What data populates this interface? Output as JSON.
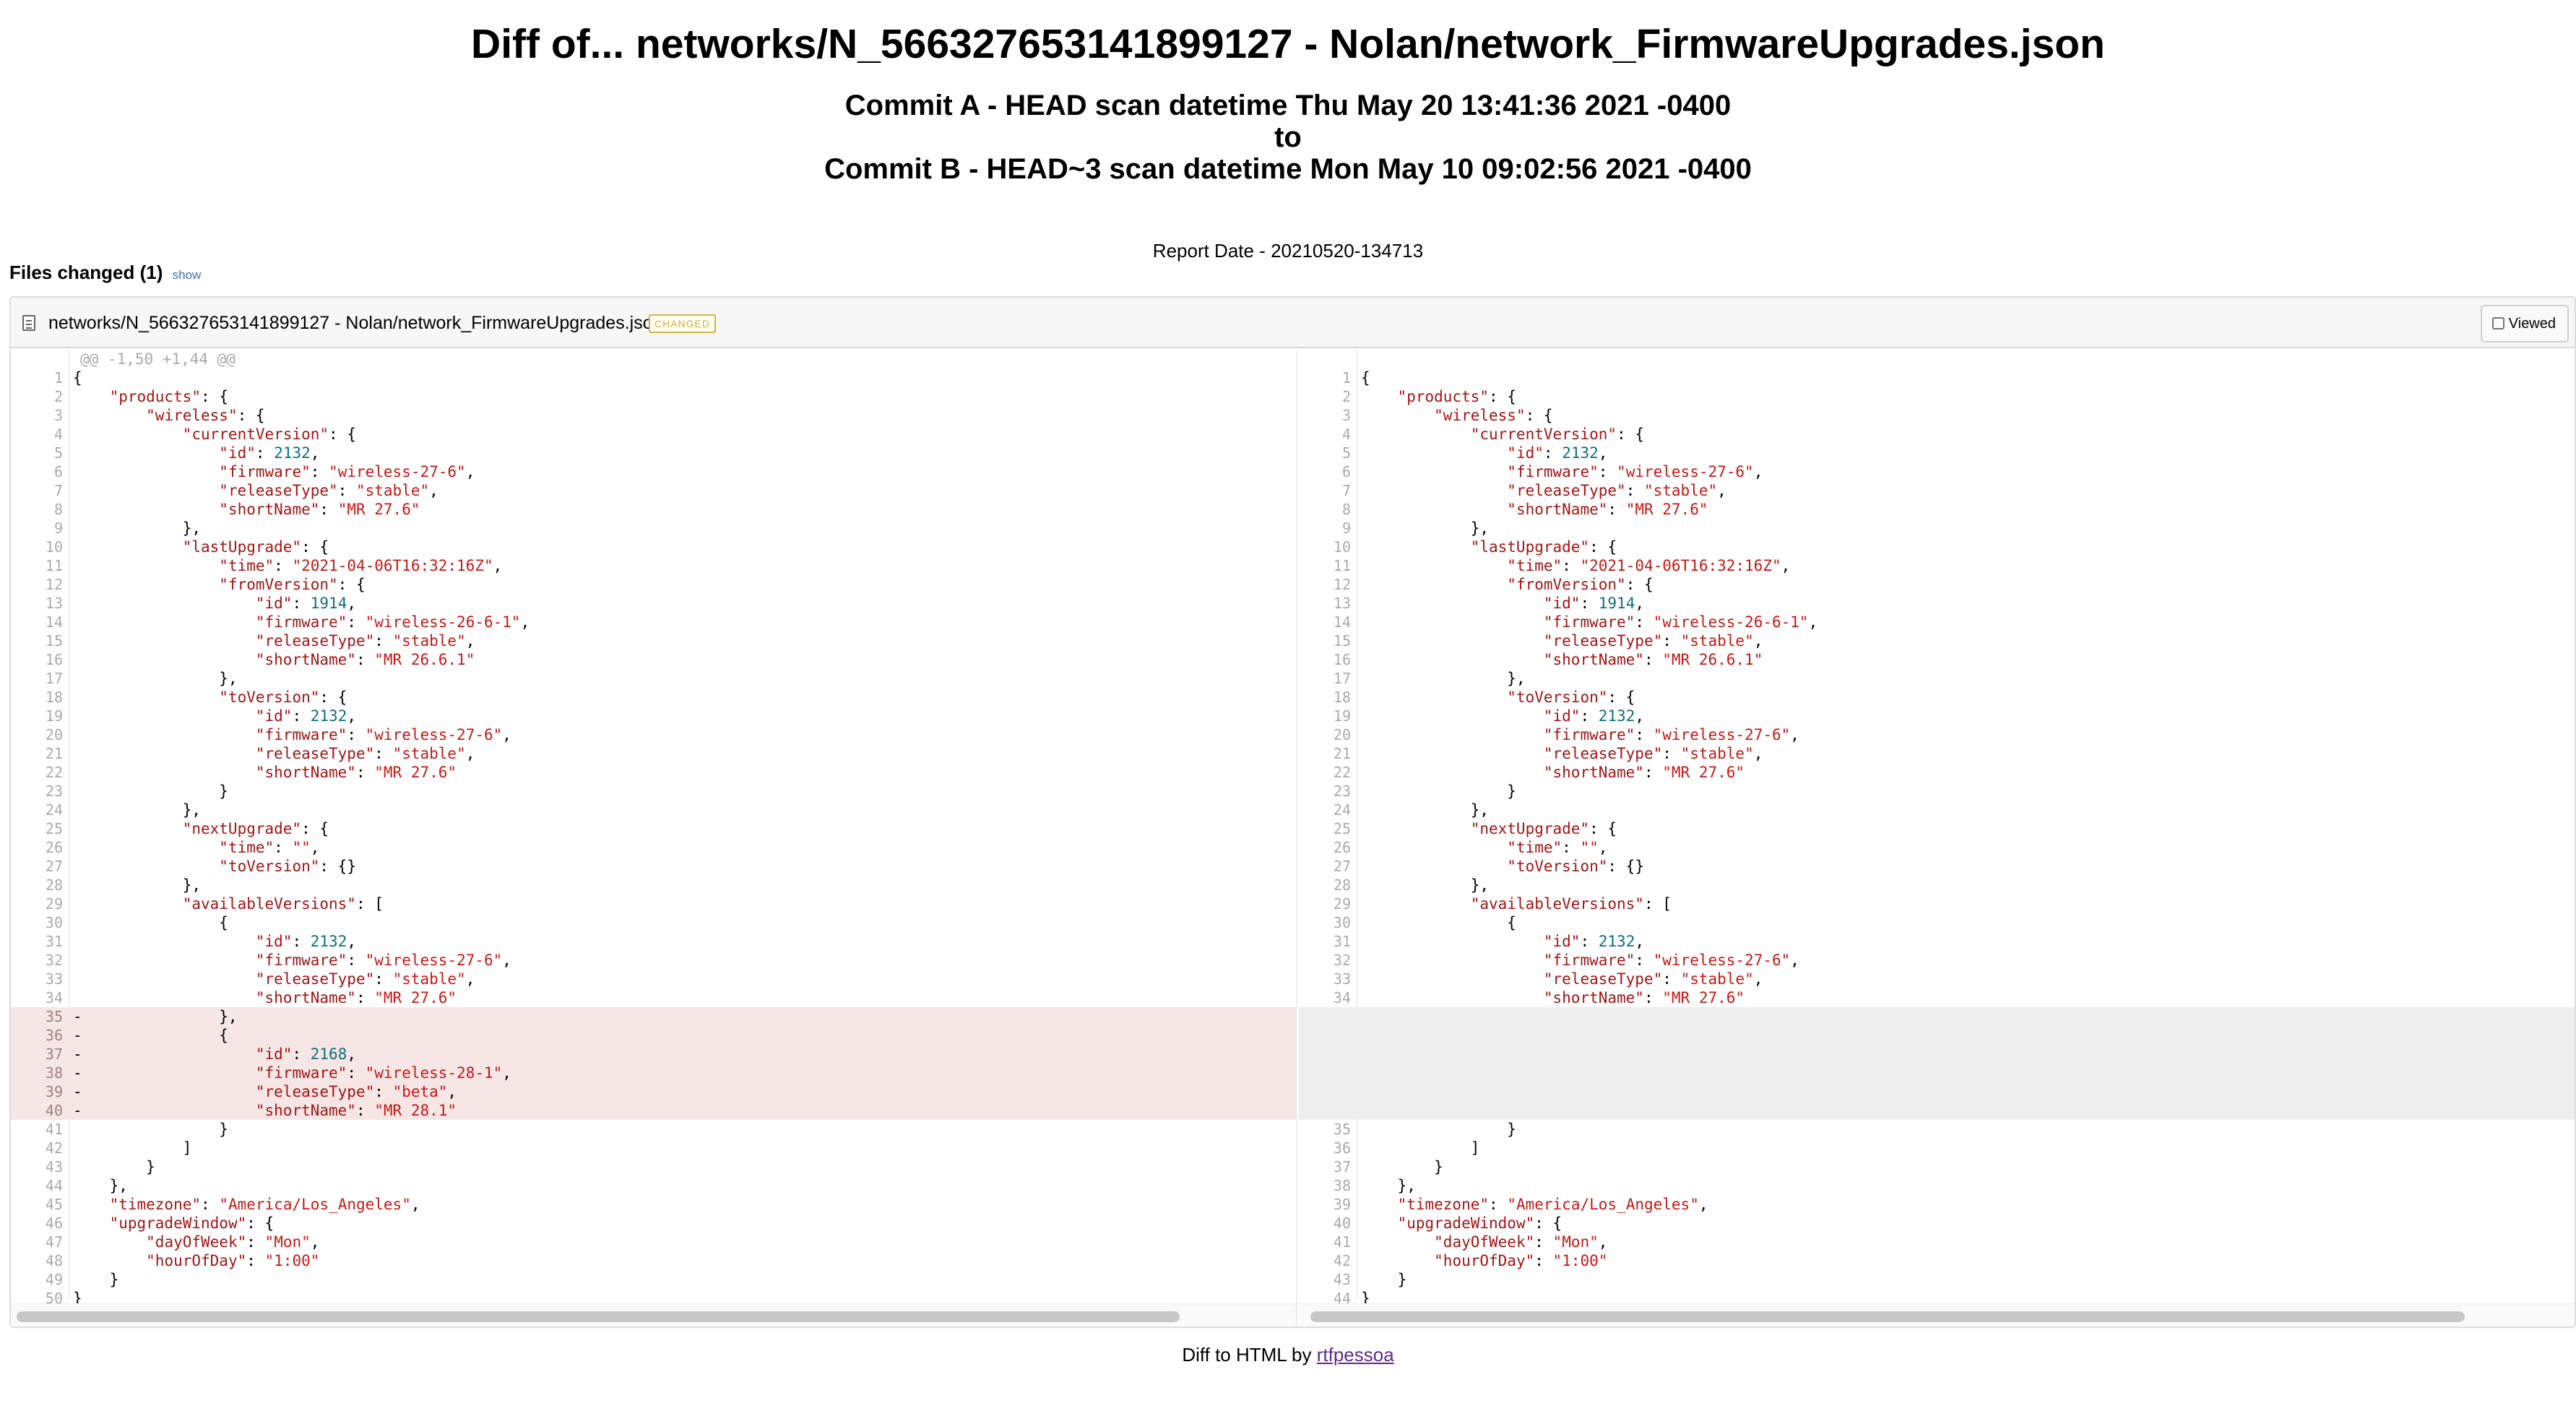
{
  "title": "Diff of... networks/N_566327653141899127 - Nolan/network_FirmwareUpgrades.json",
  "commit_a": "Commit A - HEAD scan datetime Thu May 20 13:41:36 2021 -0400",
  "commit_to": "to",
  "commit_b": "Commit B - HEAD~3 scan datetime Mon May 10 09:02:56 2021 -0400",
  "report_date": "Report Date - 20210520-134713",
  "files_changed": {
    "label": "Files changed (1)",
    "toggle": "show"
  },
  "file": {
    "icon": "file-icon",
    "name": "networks/N_566327653141899127 - Nolan/network_FirmwareUpgrades.json",
    "tag": "CHANGED",
    "viewed_label": "Viewed",
    "viewed": false
  },
  "hunk_header": "@@ -1,50 +1,44 @@",
  "colors": {
    "deleted_bg": "#f7e6e6",
    "empty_bg": "#eeeeee",
    "key": "#a31515",
    "string": "#c41a16",
    "number": "#0f6e7a",
    "tag": "#d0b44c"
  },
  "diff": {
    "left": [
      {
        "n": "1",
        "t": "{"
      },
      {
        "n": "2",
        "t": "    \"products\": {"
      },
      {
        "n": "3",
        "t": "        \"wireless\": {"
      },
      {
        "n": "4",
        "t": "            \"currentVersion\": {"
      },
      {
        "n": "5",
        "t": "                \"id\": 2132,"
      },
      {
        "n": "6",
        "t": "                \"firmware\": \"wireless-27-6\","
      },
      {
        "n": "7",
        "t": "                \"releaseType\": \"stable\","
      },
      {
        "n": "8",
        "t": "                \"shortName\": \"MR 27.6\""
      },
      {
        "n": "9",
        "t": "            },"
      },
      {
        "n": "10",
        "t": "            \"lastUpgrade\": {"
      },
      {
        "n": "11",
        "t": "                \"time\": \"2021-04-06T16:32:16Z\","
      },
      {
        "n": "12",
        "t": "                \"fromVersion\": {"
      },
      {
        "n": "13",
        "t": "                    \"id\": 1914,"
      },
      {
        "n": "14",
        "t": "                    \"firmware\": \"wireless-26-6-1\","
      },
      {
        "n": "15",
        "t": "                    \"releaseType\": \"stable\","
      },
      {
        "n": "16",
        "t": "                    \"shortName\": \"MR 26.6.1\""
      },
      {
        "n": "17",
        "t": "                },"
      },
      {
        "n": "18",
        "t": "                \"toVersion\": {"
      },
      {
        "n": "19",
        "t": "                    \"id\": 2132,"
      },
      {
        "n": "20",
        "t": "                    \"firmware\": \"wireless-27-6\","
      },
      {
        "n": "21",
        "t": "                    \"releaseType\": \"stable\","
      },
      {
        "n": "22",
        "t": "                    \"shortName\": \"MR 27.6\""
      },
      {
        "n": "23",
        "t": "                }"
      },
      {
        "n": "24",
        "t": "            },"
      },
      {
        "n": "25",
        "t": "            \"nextUpgrade\": {"
      },
      {
        "n": "26",
        "t": "                \"time\": \"\","
      },
      {
        "n": "27",
        "t": "                \"toVersion\": {}"
      },
      {
        "n": "28",
        "t": "            },"
      },
      {
        "n": "29",
        "t": "            \"availableVersions\": ["
      },
      {
        "n": "30",
        "t": "                {"
      },
      {
        "n": "31",
        "t": "                    \"id\": 2132,"
      },
      {
        "n": "32",
        "t": "                    \"firmware\": \"wireless-27-6\","
      },
      {
        "n": "33",
        "t": "                    \"releaseType\": \"stable\","
      },
      {
        "n": "34",
        "t": "                    \"shortName\": \"MR 27.6\""
      },
      {
        "n": "35",
        "t": "-               },",
        "type": "del"
      },
      {
        "n": "36",
        "t": "-               {",
        "type": "del"
      },
      {
        "n": "37",
        "t": "-                   \"id\": 2168,",
        "type": "del"
      },
      {
        "n": "38",
        "t": "-                   \"firmware\": \"wireless-28-1\",",
        "type": "del"
      },
      {
        "n": "39",
        "t": "-                   \"releaseType\": \"beta\",",
        "type": "del"
      },
      {
        "n": "40",
        "t": "-                   \"shortName\": \"MR 28.1\"",
        "type": "del"
      },
      {
        "n": "41",
        "t": "                }"
      },
      {
        "n": "42",
        "t": "            ]"
      },
      {
        "n": "43",
        "t": "        }"
      },
      {
        "n": "44",
        "t": "    },"
      },
      {
        "n": "45",
        "t": "    \"timezone\": \"America/Los_Angeles\","
      },
      {
        "n": "46",
        "t": "    \"upgradeWindow\": {"
      },
      {
        "n": "47",
        "t": "        \"dayOfWeek\": \"Mon\","
      },
      {
        "n": "48",
        "t": "        \"hourOfDay\": \"1:00\""
      },
      {
        "n": "49",
        "t": "    }"
      },
      {
        "n": "50",
        "t": "}"
      }
    ],
    "right": [
      {
        "n": "1",
        "t": "{"
      },
      {
        "n": "2",
        "t": "    \"products\": {"
      },
      {
        "n": "3",
        "t": "        \"wireless\": {"
      },
      {
        "n": "4",
        "t": "            \"currentVersion\": {"
      },
      {
        "n": "5",
        "t": "                \"id\": 2132,"
      },
      {
        "n": "6",
        "t": "                \"firmware\": \"wireless-27-6\","
      },
      {
        "n": "7",
        "t": "                \"releaseType\": \"stable\","
      },
      {
        "n": "8",
        "t": "                \"shortName\": \"MR 27.6\""
      },
      {
        "n": "9",
        "t": "            },"
      },
      {
        "n": "10",
        "t": "            \"lastUpgrade\": {"
      },
      {
        "n": "11",
        "t": "                \"time\": \"2021-04-06T16:32:16Z\","
      },
      {
        "n": "12",
        "t": "                \"fromVersion\": {"
      },
      {
        "n": "13",
        "t": "                    \"id\": 1914,"
      },
      {
        "n": "14",
        "t": "                    \"firmware\": \"wireless-26-6-1\","
      },
      {
        "n": "15",
        "t": "                    \"releaseType\": \"stable\","
      },
      {
        "n": "16",
        "t": "                    \"shortName\": \"MR 26.6.1\""
      },
      {
        "n": "17",
        "t": "                },"
      },
      {
        "n": "18",
        "t": "                \"toVersion\": {"
      },
      {
        "n": "19",
        "t": "                    \"id\": 2132,"
      },
      {
        "n": "20",
        "t": "                    \"firmware\": \"wireless-27-6\","
      },
      {
        "n": "21",
        "t": "                    \"releaseType\": \"stable\","
      },
      {
        "n": "22",
        "t": "                    \"shortName\": \"MR 27.6\""
      },
      {
        "n": "23",
        "t": "                }"
      },
      {
        "n": "24",
        "t": "            },"
      },
      {
        "n": "25",
        "t": "            \"nextUpgrade\": {"
      },
      {
        "n": "26",
        "t": "                \"time\": \"\","
      },
      {
        "n": "27",
        "t": "                \"toVersion\": {}"
      },
      {
        "n": "28",
        "t": "            },"
      },
      {
        "n": "29",
        "t": "            \"availableVersions\": ["
      },
      {
        "n": "30",
        "t": "                {"
      },
      {
        "n": "31",
        "t": "                    \"id\": 2132,"
      },
      {
        "n": "32",
        "t": "                    \"firmware\": \"wireless-27-6\","
      },
      {
        "n": "33",
        "t": "                    \"releaseType\": \"stable\","
      },
      {
        "n": "34",
        "t": "                    \"shortName\": \"MR 27.6\""
      },
      {
        "n": "",
        "t": "",
        "type": "empty"
      },
      {
        "n": "",
        "t": "",
        "type": "empty"
      },
      {
        "n": "",
        "t": "",
        "type": "empty"
      },
      {
        "n": "",
        "t": "",
        "type": "empty"
      },
      {
        "n": "",
        "t": "",
        "type": "empty"
      },
      {
        "n": "",
        "t": "",
        "type": "empty"
      },
      {
        "n": "35",
        "t": "                }"
      },
      {
        "n": "36",
        "t": "            ]"
      },
      {
        "n": "37",
        "t": "        }"
      },
      {
        "n": "38",
        "t": "    },"
      },
      {
        "n": "39",
        "t": "    \"timezone\": \"America/Los_Angeles\","
      },
      {
        "n": "40",
        "t": "    \"upgradeWindow\": {"
      },
      {
        "n": "41",
        "t": "        \"dayOfWeek\": \"Mon\","
      },
      {
        "n": "42",
        "t": "        \"hourOfDay\": \"1:00\""
      },
      {
        "n": "43",
        "t": "    }"
      },
      {
        "n": "44",
        "t": "}"
      }
    ]
  },
  "footer": {
    "prefix": "Diff to HTML by ",
    "link_text": "rtfpessoa"
  }
}
